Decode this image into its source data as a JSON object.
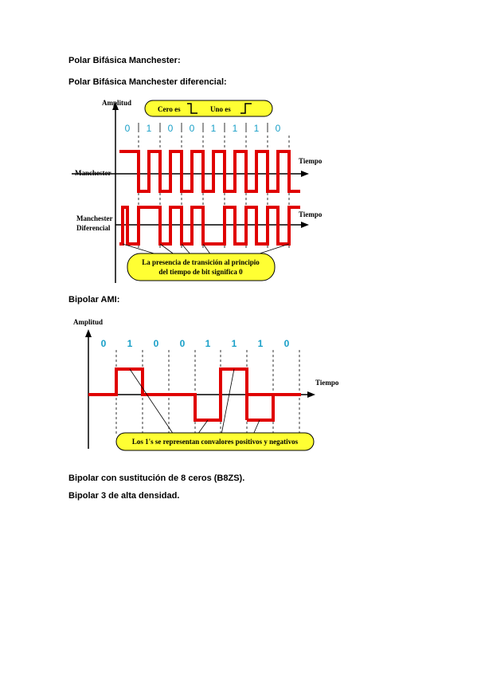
{
  "headings": {
    "manchester": "Polar Bifásica Manchester:",
    "manchester_dif": "Polar Bifásica Manchester diferencial:",
    "ami": "Bipolar AMI:",
    "b8zs": "Bipolar con sustitución de 8 ceros (B8ZS).",
    "hdb3": "Bipolar 3 de alta densidad."
  },
  "fig1": {
    "y_label": "Amplitud",
    "legend_zero": "Cero es",
    "legend_one": "Uno es",
    "bits": [
      "0",
      "1",
      "0",
      "0",
      "1",
      "1",
      "1",
      "0"
    ],
    "row1_label": "Manchester",
    "row2_label_line1": "Manchester",
    "row2_label_line2": "Diferencial",
    "time_label": "Tiempo",
    "time_label2": "Tiempo",
    "note_line1": "La presencia de transición al principio",
    "note_line2": "del tiempo de bit significa 0"
  },
  "fig2": {
    "y_label": "Amplitud",
    "bits": [
      "0",
      "1",
      "0",
      "0",
      "1",
      "1",
      "1",
      "0"
    ],
    "time_label": "Tiempo",
    "note": "Los 1's se representan convalores positivos y negativos"
  },
  "colors": {
    "signal": "#e00000",
    "bits": "#1aa0c8",
    "callout": "#ffff33"
  }
}
